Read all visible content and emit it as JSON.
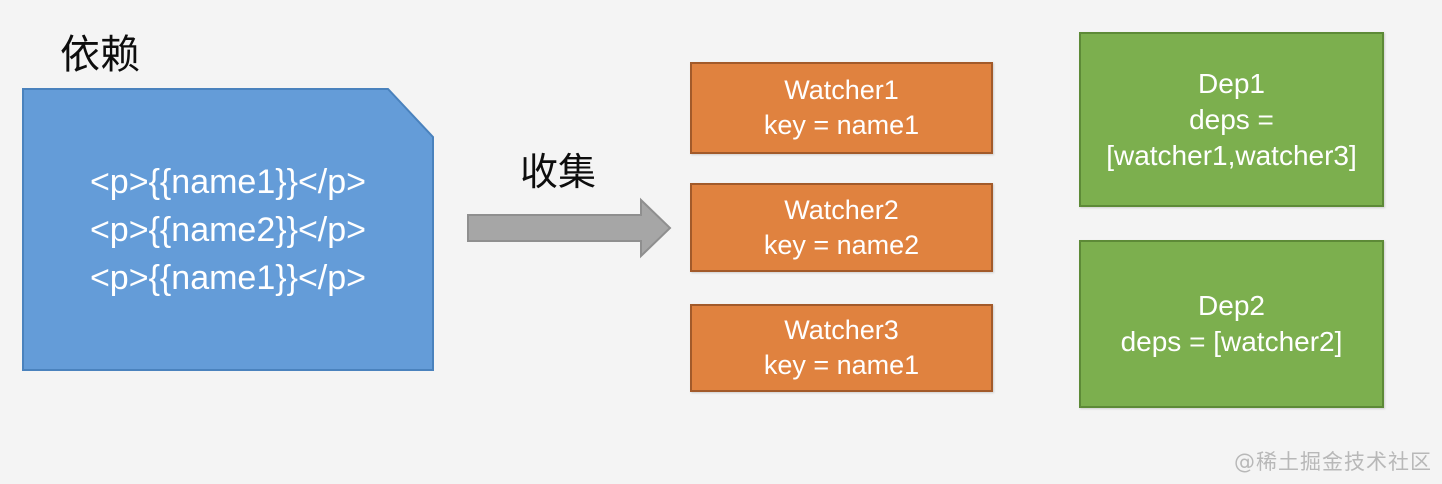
{
  "background_color": "#f4f4f4",
  "labels": {
    "dependency": "依赖",
    "collect": "收集"
  },
  "source_block": {
    "name": "template-source",
    "fill_color": "#649cd8",
    "border_color": "#3f7cb8",
    "text_color": "#ffffff",
    "lines": [
      "<p>{{name1}}</p>",
      "<p>{{name2}}</p>",
      "<p>{{name1}}</p>"
    ]
  },
  "arrow": {
    "name": "collect-arrow",
    "direction": "right",
    "color": "#a6a6a6",
    "border_color": "#8c8c8c"
  },
  "watchers": {
    "fill_color": "#e0823f",
    "border_color": "#a25a2a",
    "text_color": "#ffffff",
    "items": [
      {
        "title": "Watcher1",
        "detail": "key = name1"
      },
      {
        "title": "Watcher2",
        "detail": "key = name2"
      },
      {
        "title": "Watcher3",
        "detail": "key = name1"
      }
    ]
  },
  "deps": {
    "fill_color": "#7caf4e",
    "border_color": "#5d8a37",
    "text_color": "#ffffff",
    "items": [
      {
        "title": "Dep1",
        "line2": "deps =",
        "line3": "[watcher1,watcher3]"
      },
      {
        "title": "Dep2",
        "line2": "deps = [watcher2]",
        "line3": ""
      }
    ]
  },
  "watermark": {
    "text": "@稀土掘金技术社区",
    "color": "#b8b8b8"
  }
}
